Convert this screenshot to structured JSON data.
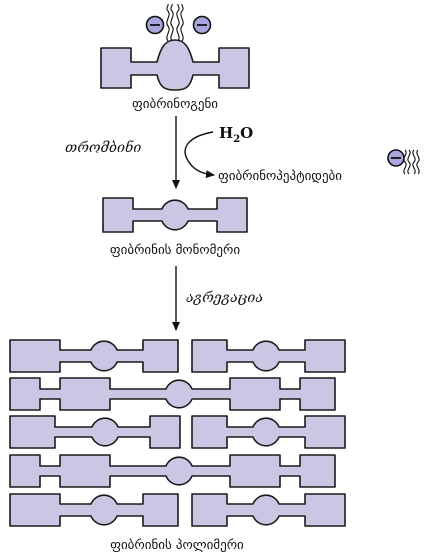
{
  "labels": {
    "fibrinogen": "ფიბრინოგენი",
    "thrombin": "თრომბინი",
    "water": "H",
    "water_sub": "2",
    "water_tail": "O",
    "fibrinopeptides": "ფიბრინოპეპტიდები",
    "fibrin_monomer": "ფიბრინის მონომერი",
    "aggregation": "აგრეგაცია",
    "fibrin_polymer": "ფიბრინის პოლიმერი"
  },
  "colors": {
    "unit_fill": "#c9c7e3",
    "charge_fill": "#a9a6dd",
    "stroke": "#1a1a1a"
  },
  "icons": [
    "negative-charge-icon",
    "fibrinopeptide-strand-icon"
  ]
}
